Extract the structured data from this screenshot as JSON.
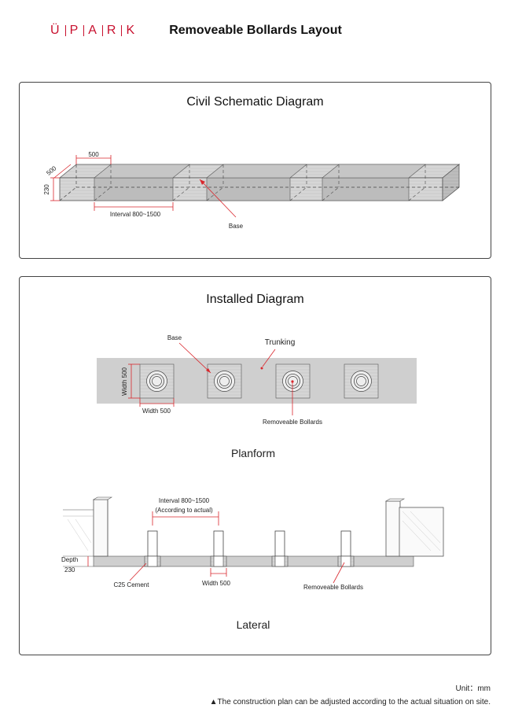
{
  "header": {
    "logo_letters": [
      "Ü",
      "P",
      "A",
      "R",
      "K"
    ],
    "title": "Removeable Bollards Layout"
  },
  "civil": {
    "title": "Civil Schematic Diagram",
    "dim_top": "500",
    "dim_side_depth": "500",
    "dim_height": "230",
    "interval": "Interval 800~1500",
    "base_label": "Base"
  },
  "installed": {
    "title": "Installed Diagram",
    "planform": {
      "caption": "Planform",
      "base_label": "Base",
      "trunking_label": "Trunking",
      "width_left": "Width 500",
      "width_bottom": "Width 500",
      "bollards_label": "Removeable Bollards"
    },
    "lateral": {
      "caption": "Lateral",
      "interval": "Interval 800~1500",
      "interval_note": "(According to actual)",
      "depth_label": "Depth",
      "depth_value": "230",
      "cement_label": "C25 Cement",
      "width_label": "Width 500",
      "bollards_label": "Removeable Bollards"
    }
  },
  "footer": {
    "unit": "Unit：mm",
    "note": "▲The construction plan can be adjusted according to the actual situation on site."
  },
  "colors": {
    "brand": "#c8102e",
    "dim_red": "#d9262c",
    "concrete": "#cfcfcf"
  }
}
